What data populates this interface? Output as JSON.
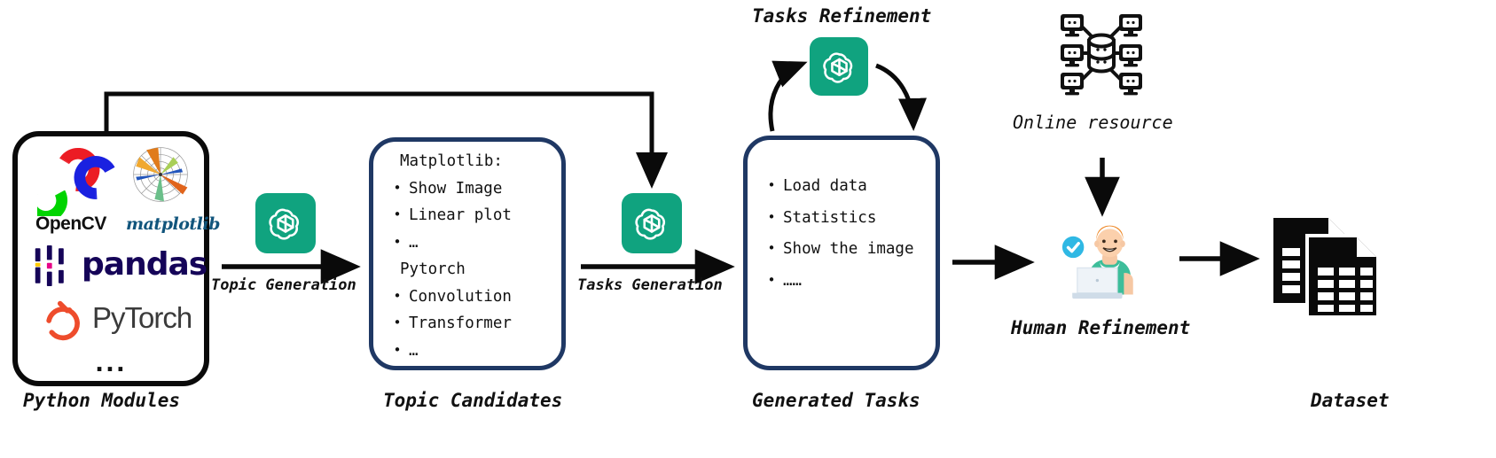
{
  "diagram": {
    "title": "Dataset generation pipeline",
    "colors": {
      "openai_green": "#10a37f",
      "navy_border": "#1f3864",
      "black_border": "#0a0a0a",
      "pandas_purple": "#150458",
      "pytorch_orange": "#ee4c2c",
      "matplotlib_blue": "#11557c",
      "checkmark_blue": "#29b6e8",
      "shirt_teal": "#3dbd9a",
      "hair_orange": "#ef8b2c"
    },
    "stage_labels": {
      "python_modules": "Python Modules",
      "topic_candidates": "Topic Candidates",
      "generated_tasks": "Generated Tasks",
      "dataset": "Dataset",
      "human_refinement": "Human Refinement",
      "tasks_refinement": "Tasks Refinement",
      "online_resource": "Online resource"
    },
    "edge_labels": {
      "topic_generation": "Topic Generation",
      "tasks_generation": "Tasks Generation"
    },
    "modules_box": {
      "logos": [
        {
          "name": "opencv-logo",
          "word": "OpenCV"
        },
        {
          "name": "matplotlib-logo",
          "word": "matplotlib"
        },
        {
          "name": "pandas-logo",
          "word": "pandas"
        },
        {
          "name": "pytorch-logo",
          "word": "PyTorch"
        }
      ],
      "ellipsis": "..."
    },
    "topic_candidates_box": {
      "groups": [
        {
          "heading": "Matplotlib:",
          "items": [
            "Show Image",
            "Linear plot",
            "…"
          ]
        },
        {
          "heading": "Pytorch",
          "items": [
            "Convolution",
            "Transformer",
            "…"
          ]
        }
      ]
    },
    "generated_tasks_box": {
      "items": [
        "Load data",
        "Statistics",
        "Show the image",
        "……"
      ]
    },
    "icons": {
      "gpt_topic": "openai-logo-icon",
      "gpt_tasks": "openai-logo-icon",
      "gpt_refine": "openai-logo-icon",
      "online": "network-database-icon",
      "human": "person-at-laptop-icon",
      "dataset": "spreadsheet-documents-icon",
      "bullet": "•"
    }
  }
}
